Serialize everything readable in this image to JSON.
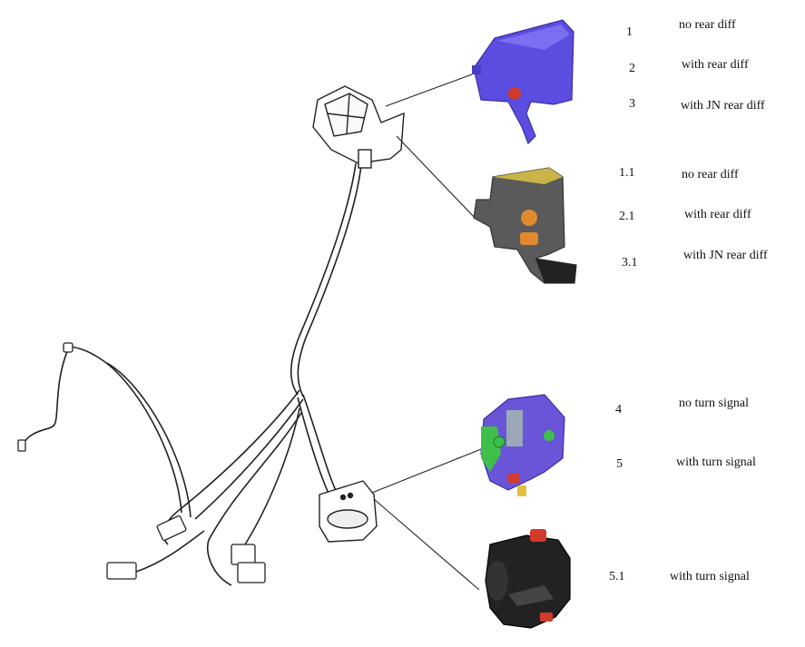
{
  "legend": [
    {
      "num": "1",
      "text": "no rear diff"
    },
    {
      "num": "2",
      "text": "with rear diff"
    },
    {
      "num": "3",
      "text": "with JN rear diff"
    },
    {
      "num": "1.1",
      "text": "no rear diff"
    },
    {
      "num": "2.1",
      "text": "with rear diff"
    },
    {
      "num": "3.1",
      "text": "with JN rear diff"
    },
    {
      "num": "4",
      "text": "no turn signal"
    },
    {
      "num": "5",
      "text": "with turn signal"
    },
    {
      "num": "5.1",
      "text": "with turn signal"
    }
  ],
  "colors": {
    "blue_throttle": "#5b4de0",
    "gray_throttle": "#5a5a5a",
    "purple_switch": "#6a55d8",
    "black_switch": "#222222",
    "accent_red": "#d23a2a",
    "accent_orange": "#e08a30",
    "accent_green": "#3fbf4a",
    "accent_gold": "#c9b44a"
  }
}
